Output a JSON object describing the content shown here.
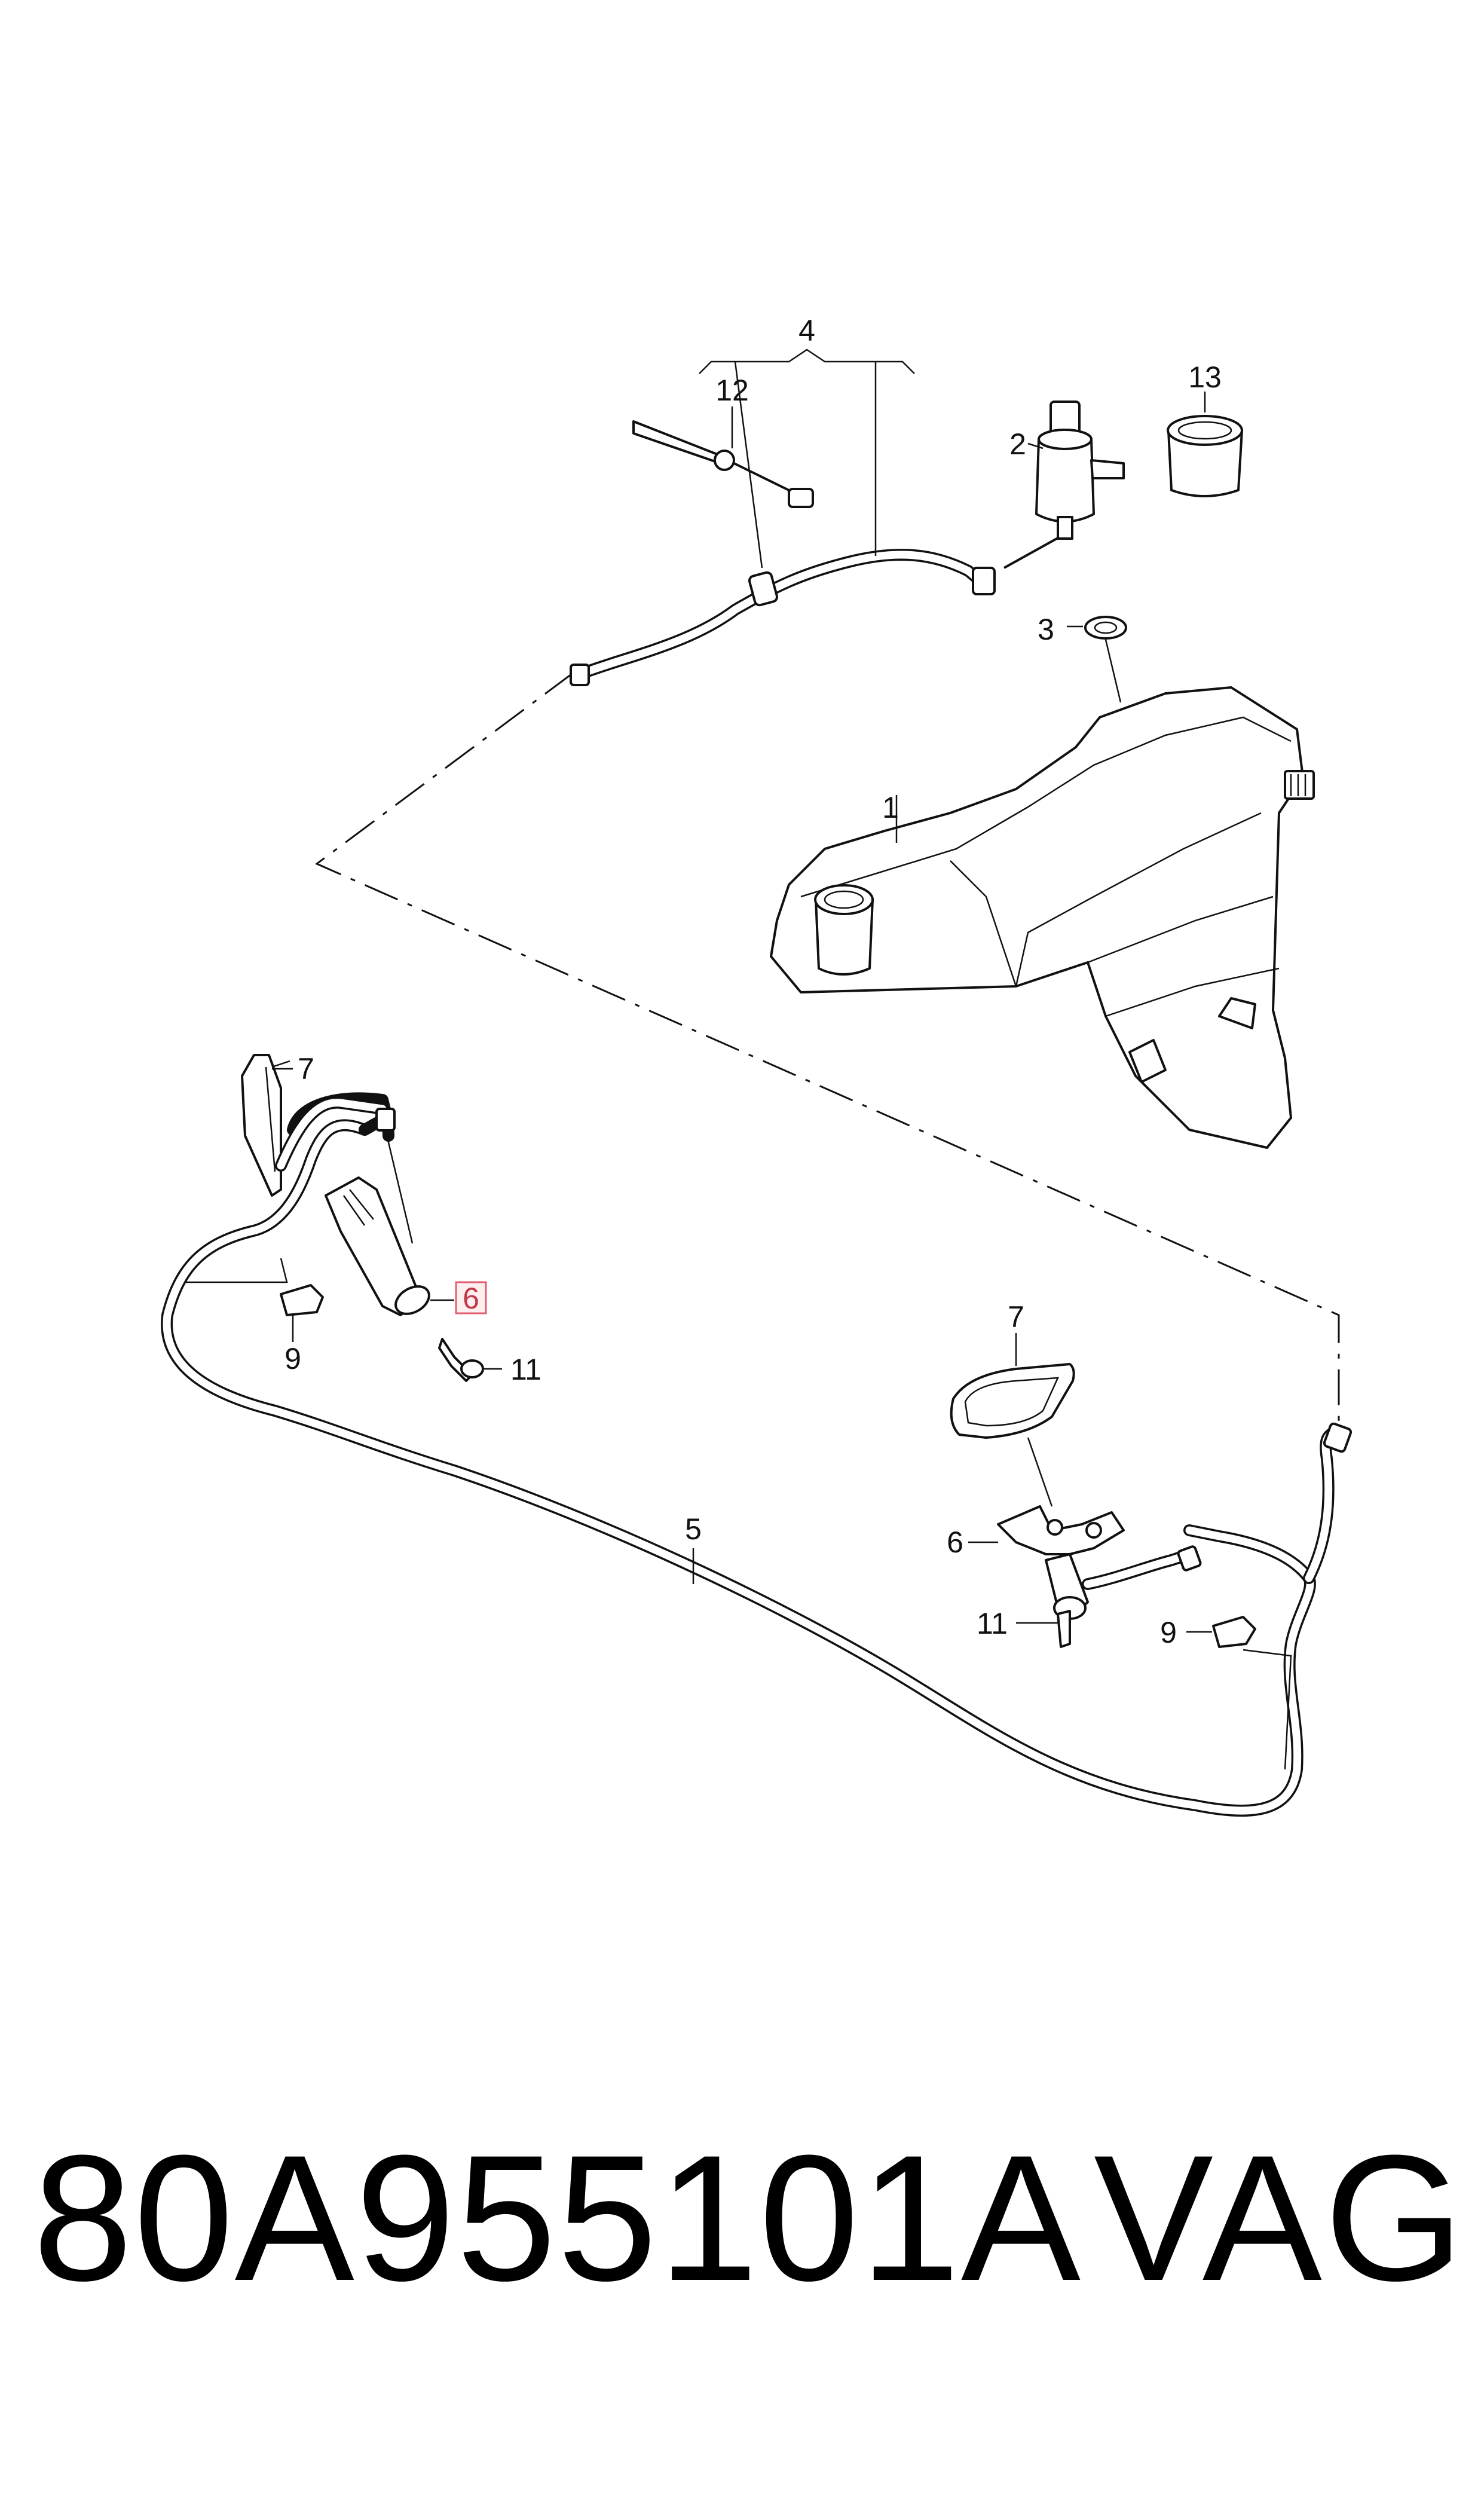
{
  "callouts": {
    "c1": "1",
    "c2": "2",
    "c3": "3",
    "c4": "4",
    "c5": "5",
    "c6_left": "6",
    "c6_right": "6",
    "c7_left": "7",
    "c7_right": "7",
    "c9_left": "9",
    "c9_right": "9",
    "c11_left": "11",
    "c11_right": "11",
    "c12": "12",
    "c13": "13"
  },
  "highlight_color": "#e06070",
  "footer": {
    "part_number": "80A955101A",
    "brand": "VAG"
  }
}
